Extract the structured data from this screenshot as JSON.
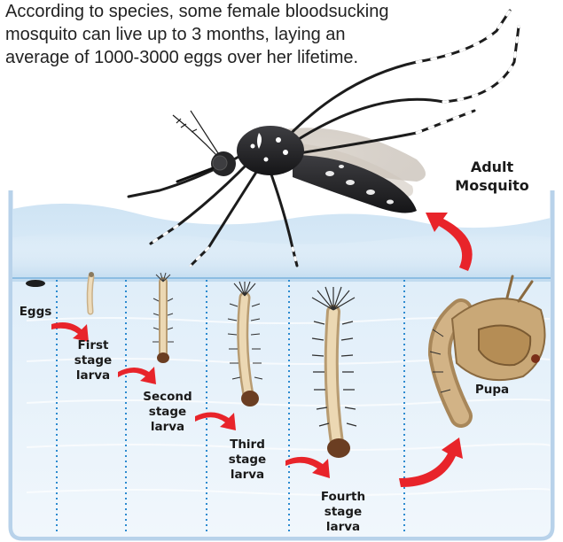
{
  "intro": {
    "line1": "According to species, some female bloodsucking",
    "line2": "mosquito can live up to 3 months, laying an",
    "line3": "average of 1000-3000 eggs over her lifetime."
  },
  "labels": {
    "adult": [
      "Adult",
      "Mosquito"
    ],
    "eggs": "Eggs",
    "first": [
      "First",
      "stage",
      "larva"
    ],
    "second": [
      "Second",
      "stage",
      "larva"
    ],
    "third": [
      "Third",
      "stage",
      "larva"
    ],
    "fourth": [
      "Fourth",
      "stage",
      "larva"
    ],
    "pupa": "Pupa"
  },
  "colors": {
    "arrow": "#e8242a",
    "water_top": "#cfe4f4",
    "water_bottom": "#eef5fb",
    "container_border": "#b8d2ea",
    "divider": "#2d8bd0",
    "mosquito_body": "#2b2b2e",
    "larva_body": "#e9d3ad",
    "pupa_body": "#c9a877"
  }
}
